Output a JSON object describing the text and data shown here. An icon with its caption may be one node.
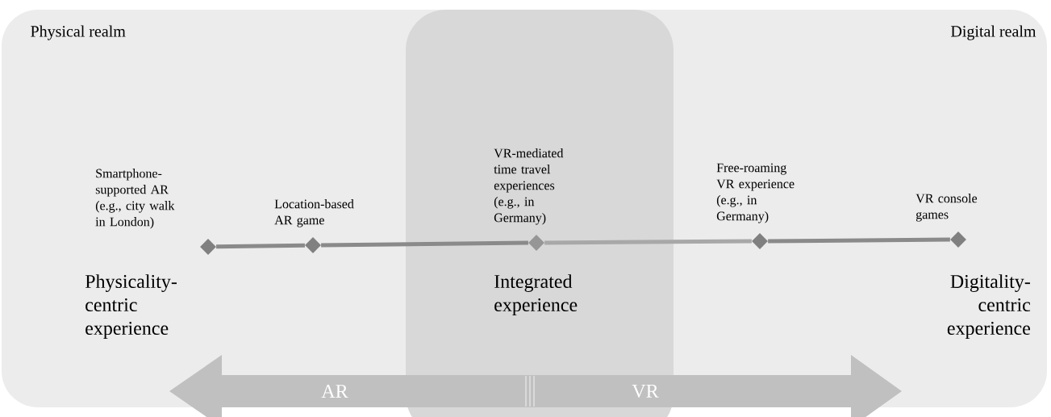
{
  "diagram": {
    "nodes": [
      {
        "text": [
          "Physical realm",
          "Digital realm"
        ]
      },
      {
        "text": [
          "Integrated experience"
        ]
      },
      {
        "text": [],
        "shape": "diamond",
        "in": 0,
        "beside": [
          "Smartphone-supported AR (e.g., city walk in London)"
        ]
      },
      {
        "text": [],
        "shape": "diamond",
        "in": 0,
        "beside": [
          "Location-based AR game"
        ]
      },
      {
        "text": [],
        "shape": "diamond",
        "in": 1,
        "beside": [
          "VR-mediated time travel experiences (e.g., in Germany)"
        ]
      },
      {
        "text": [],
        "shape": "diamond",
        "in": 0,
        "beside": [
          "Free-roaming VR experience (e.g., in Germany)"
        ]
      },
      {
        "text": [],
        "shape": "diamond",
        "in": 0,
        "beside": [
          "VR console games"
        ]
      }
    ],
    "edges": [
      {
        "from": 2,
        "to": 3,
        "arrow": "none"
      },
      {
        "from": 3,
        "to": 4,
        "arrow": "none"
      },
      {
        "from": 4,
        "to": 5,
        "arrow": "none",
        "color": "#a8a8a8"
      },
      {
        "from": 5,
        "to": 6,
        "arrow": "none"
      }
    ],
    "labels": [
      "Physicality-centric experience",
      "Digitality-centric experience",
      "AR",
      "VR"
    ]
  }
}
